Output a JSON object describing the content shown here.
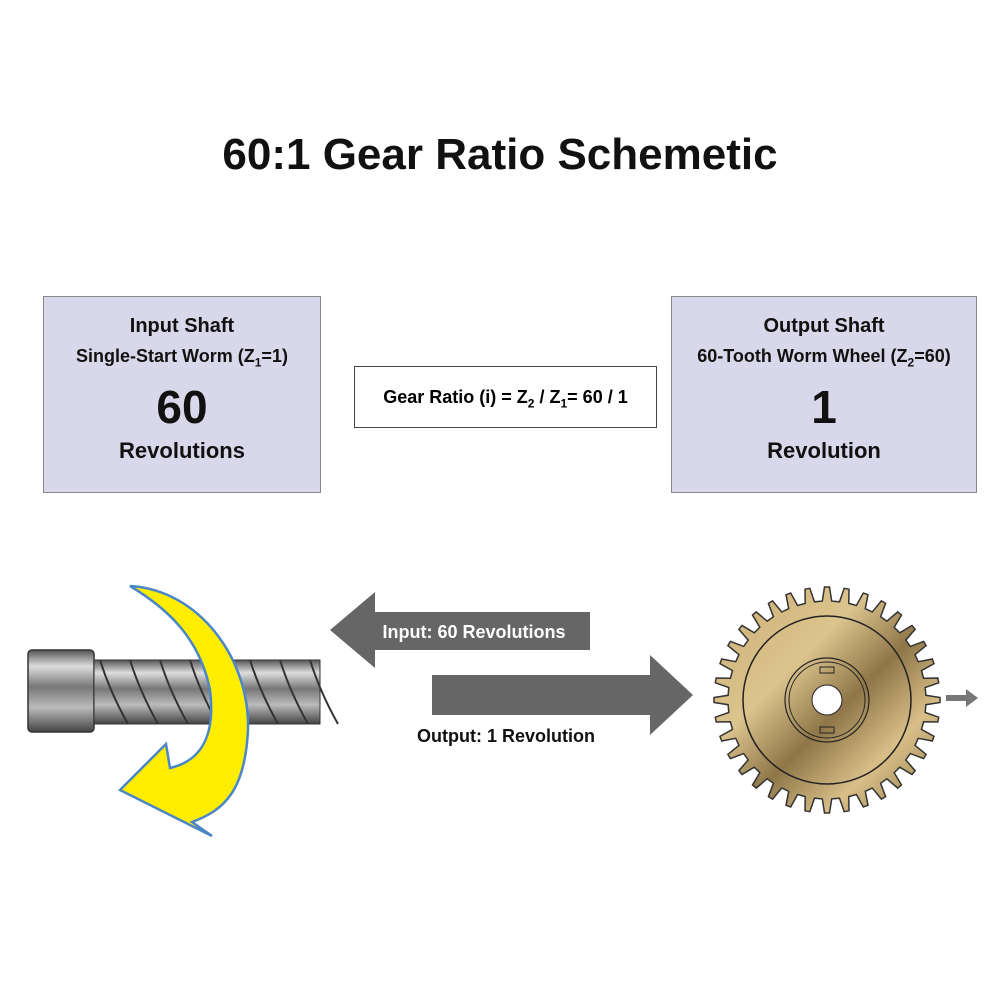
{
  "title": "60:1 Gear Ratio Schemetic",
  "input_box": {
    "heading": "Input Shaft",
    "sub_pre": "Single-Start Worm (Z",
    "sub_idx": "1",
    "sub_post": "=1)",
    "value": "60",
    "unit": "Revolutions"
  },
  "output_box": {
    "heading": "Output Shaft",
    "sub_pre": "60-Tooth Worm Wheel (Z",
    "sub_idx": "2",
    "sub_post": "=60)",
    "value": "1",
    "unit": "Revolution"
  },
  "ratio": {
    "pre": "Gear Ratio (i) = Z",
    "idx1": "2",
    "mid": " / Z",
    "idx2": "1",
    "post": "= 60 / 1"
  },
  "arrows": {
    "input_label": "Input: 60 Revolutions",
    "output_label": "Output: 1 Revolution"
  },
  "colors": {
    "box": "#d8d8ea",
    "arrow": "#666666",
    "yellow": "#ffee00",
    "brass": "#b89a5c"
  },
  "gear": {
    "teeth": 36
  }
}
